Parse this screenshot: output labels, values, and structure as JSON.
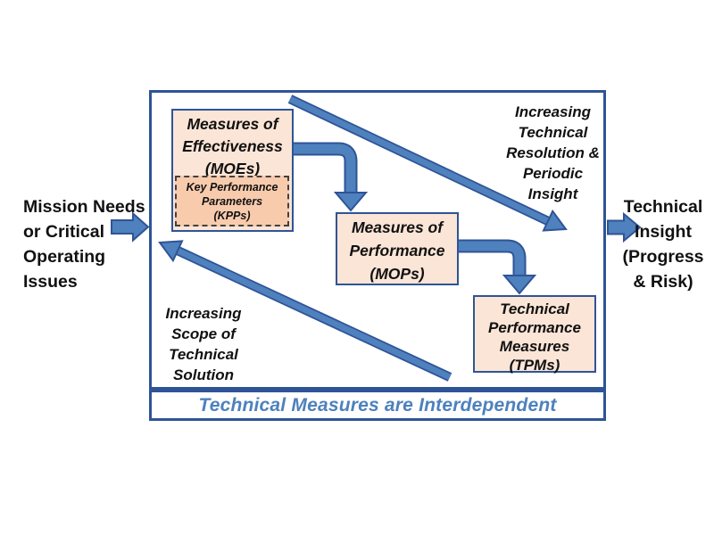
{
  "colors": {
    "navy": "#2f5496",
    "steel": "#4e81bd",
    "peachLight": "#fbe5d6",
    "peach": "#f8cbad",
    "dash": "#404040",
    "ink": "#111111"
  },
  "left_label": {
    "text": "Mission Needs\nor Critical\nOperating\nIssues"
  },
  "right_label": {
    "text": "Technical\nInsight\n(Progress\n& Risk)"
  },
  "boxes": {
    "moes": {
      "label": "Measures of\nEffectiveness\n(MOEs)"
    },
    "kpps": {
      "label": "Key Performance\nParameters\n(KPPs)"
    },
    "mops": {
      "label": "Measures of\nPerformance\n(MOPs)"
    },
    "tpms": {
      "label": "Technical\nPerformance\nMeasures\n(TPMs)"
    }
  },
  "annotations": {
    "resolution": "Increasing\nTechnical\nResolution &\nPeriodic\nInsight",
    "scope": "Increasing\nScope of\nTechnical\nSolution"
  },
  "footer": {
    "label": "Technical Measures are Interdependent"
  },
  "icons": {
    "mission_input": "right-block-arrow-icon",
    "insight_output": "right-block-arrow-icon",
    "moes_to_mops": "elbow-down-arrow-icon",
    "mops_to_tpms": "elbow-down-arrow-icon",
    "resolution_diagonal": "diagonal-down-right-arrow-icon",
    "scope_diagonal": "diagonal-up-left-arrow-icon"
  }
}
